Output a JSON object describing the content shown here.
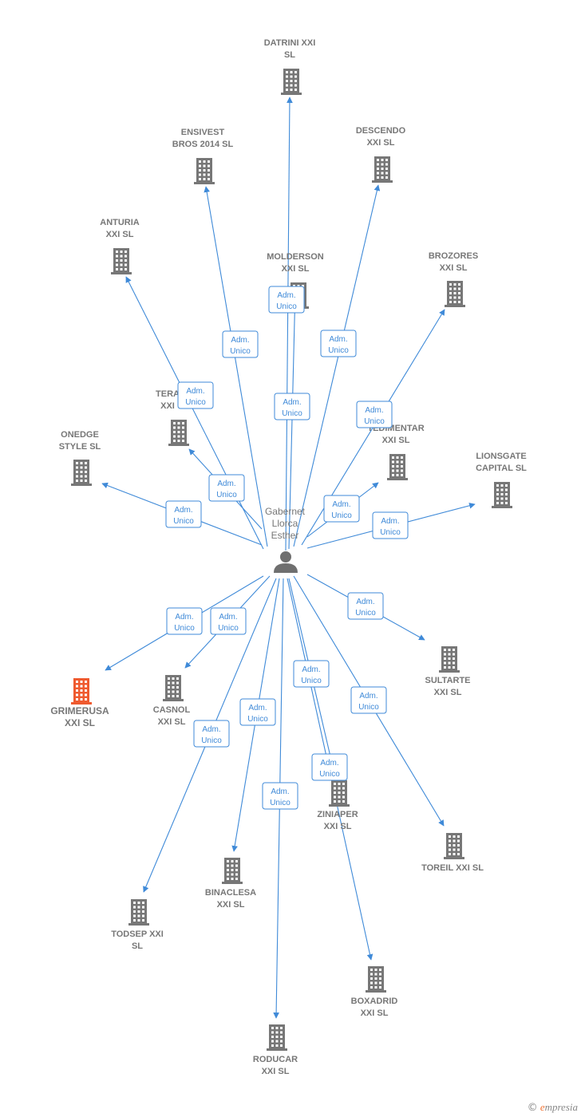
{
  "center": {
    "name_lines": [
      "Gabernet",
      "Llorca",
      "Esther"
    ],
    "icon": "person-icon"
  },
  "colors": {
    "edge": "#3f8ad8",
    "building": "#777777",
    "highlight": "#ef5a2f"
  },
  "edge_label": [
    "Adm.",
    "Unico"
  ],
  "companies": [
    {
      "id": "datrini",
      "lines": [
        "DATRINI XXI",
        "SL"
      ]
    },
    {
      "id": "ensivest",
      "lines": [
        "ENSIVEST",
        "BROS 2014  SL"
      ]
    },
    {
      "id": "descendo",
      "lines": [
        "DESCENDO",
        "XXI  SL"
      ]
    },
    {
      "id": "anturia",
      "lines": [
        "ANTURIA",
        "XXI  SL"
      ]
    },
    {
      "id": "molderson",
      "lines": [
        "MOLDERSON",
        "XXI  SL"
      ]
    },
    {
      "id": "brozores",
      "lines": [
        "BROZORES",
        "XXI  SL"
      ]
    },
    {
      "id": "tera",
      "lines": [
        "TERA",
        "XXI"
      ]
    },
    {
      "id": "tedimentar",
      "lines": [
        "TEDIMENTAR",
        "XXI  SL"
      ]
    },
    {
      "id": "onedge",
      "lines": [
        "ONEDGE",
        "STYLE  SL"
      ]
    },
    {
      "id": "lionsgate",
      "lines": [
        "LIONSGATE",
        "CAPITAL  SL"
      ]
    },
    {
      "id": "sultarte",
      "lines": [
        "SULTARTE",
        "XXI  SL"
      ]
    },
    {
      "id": "grimerusa",
      "lines": [
        "GRIMERUSA",
        "XXI  SL"
      ],
      "highlight": true
    },
    {
      "id": "casnol",
      "lines": [
        "CASNOL",
        "XXI  SL"
      ]
    },
    {
      "id": "ziniaper",
      "lines": [
        "ZINIAPER",
        "XXI  SL"
      ]
    },
    {
      "id": "toreil",
      "lines": [
        "TOREIL XXI  SL"
      ]
    },
    {
      "id": "binaclesa",
      "lines": [
        "BINACLESA",
        "XXI  SL"
      ]
    },
    {
      "id": "todsep",
      "lines": [
        "TODSEP XXI",
        "SL"
      ]
    },
    {
      "id": "boxadrid",
      "lines": [
        "BOXADRID",
        "XXI  SL"
      ]
    },
    {
      "id": "roducar",
      "lines": [
        "RODUCAR",
        "XXI  SL"
      ]
    }
  ],
  "footer": {
    "copyright": "©",
    "brand_initial": "e",
    "brand_rest": "mpresia"
  }
}
